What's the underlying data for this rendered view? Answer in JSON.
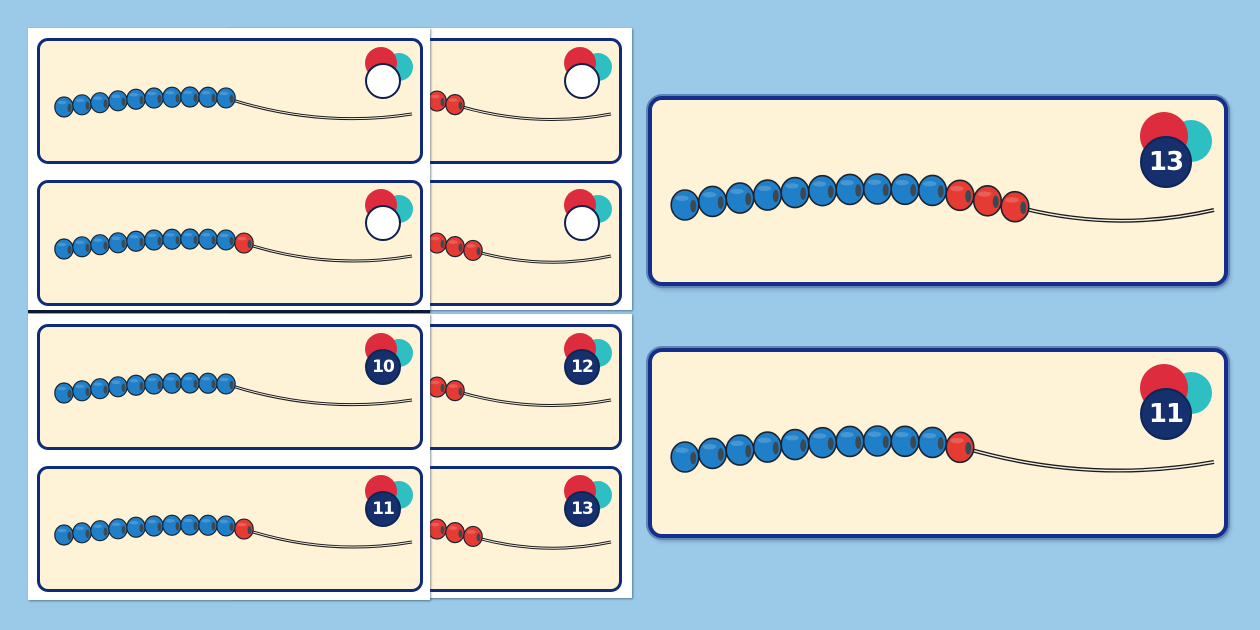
{
  "colors": {
    "background": "#9bc9e8",
    "card_fill": "#fef3d6",
    "card_border": "#102a7a",
    "bead_blue": "#1f7fc8",
    "bead_red": "#e63b33",
    "badge_navy": "#15306d",
    "badge_red": "#dc2c3e",
    "badge_teal": "#2ebfc3"
  },
  "sheets": [
    {
      "name": "back-sheet-bottom",
      "cards": [
        {
          "id": "r3",
          "number": "12",
          "blue": 10,
          "red": 2,
          "blank": false
        },
        {
          "id": "r4",
          "number": "13",
          "blue": 10,
          "red": 3,
          "blank": false
        }
      ]
    },
    {
      "name": "back-sheet-top",
      "cards": [
        {
          "id": "r1",
          "number": "",
          "blue": 10,
          "red": 2,
          "blank": true
        },
        {
          "id": "r2",
          "number": "",
          "blue": 10,
          "red": 3,
          "blank": true
        }
      ]
    },
    {
      "name": "front-sheet-bottom",
      "cards": [
        {
          "id": "l3",
          "number": "10",
          "blue": 10,
          "red": 0,
          "blank": false
        },
        {
          "id": "l4",
          "number": "11",
          "blue": 10,
          "red": 1,
          "blank": false
        }
      ]
    },
    {
      "name": "front-sheet-top",
      "cards": [
        {
          "id": "l1",
          "number": "",
          "blue": 10,
          "red": 0,
          "blank": true
        },
        {
          "id": "l2",
          "number": "",
          "blue": 10,
          "red": 1,
          "blank": true
        }
      ]
    }
  ],
  "featured_cards": [
    {
      "id": "big1",
      "number": "13",
      "blue": 10,
      "red": 3,
      "blank": false
    },
    {
      "id": "big2",
      "number": "11",
      "blue": 10,
      "red": 1,
      "blank": false
    }
  ]
}
